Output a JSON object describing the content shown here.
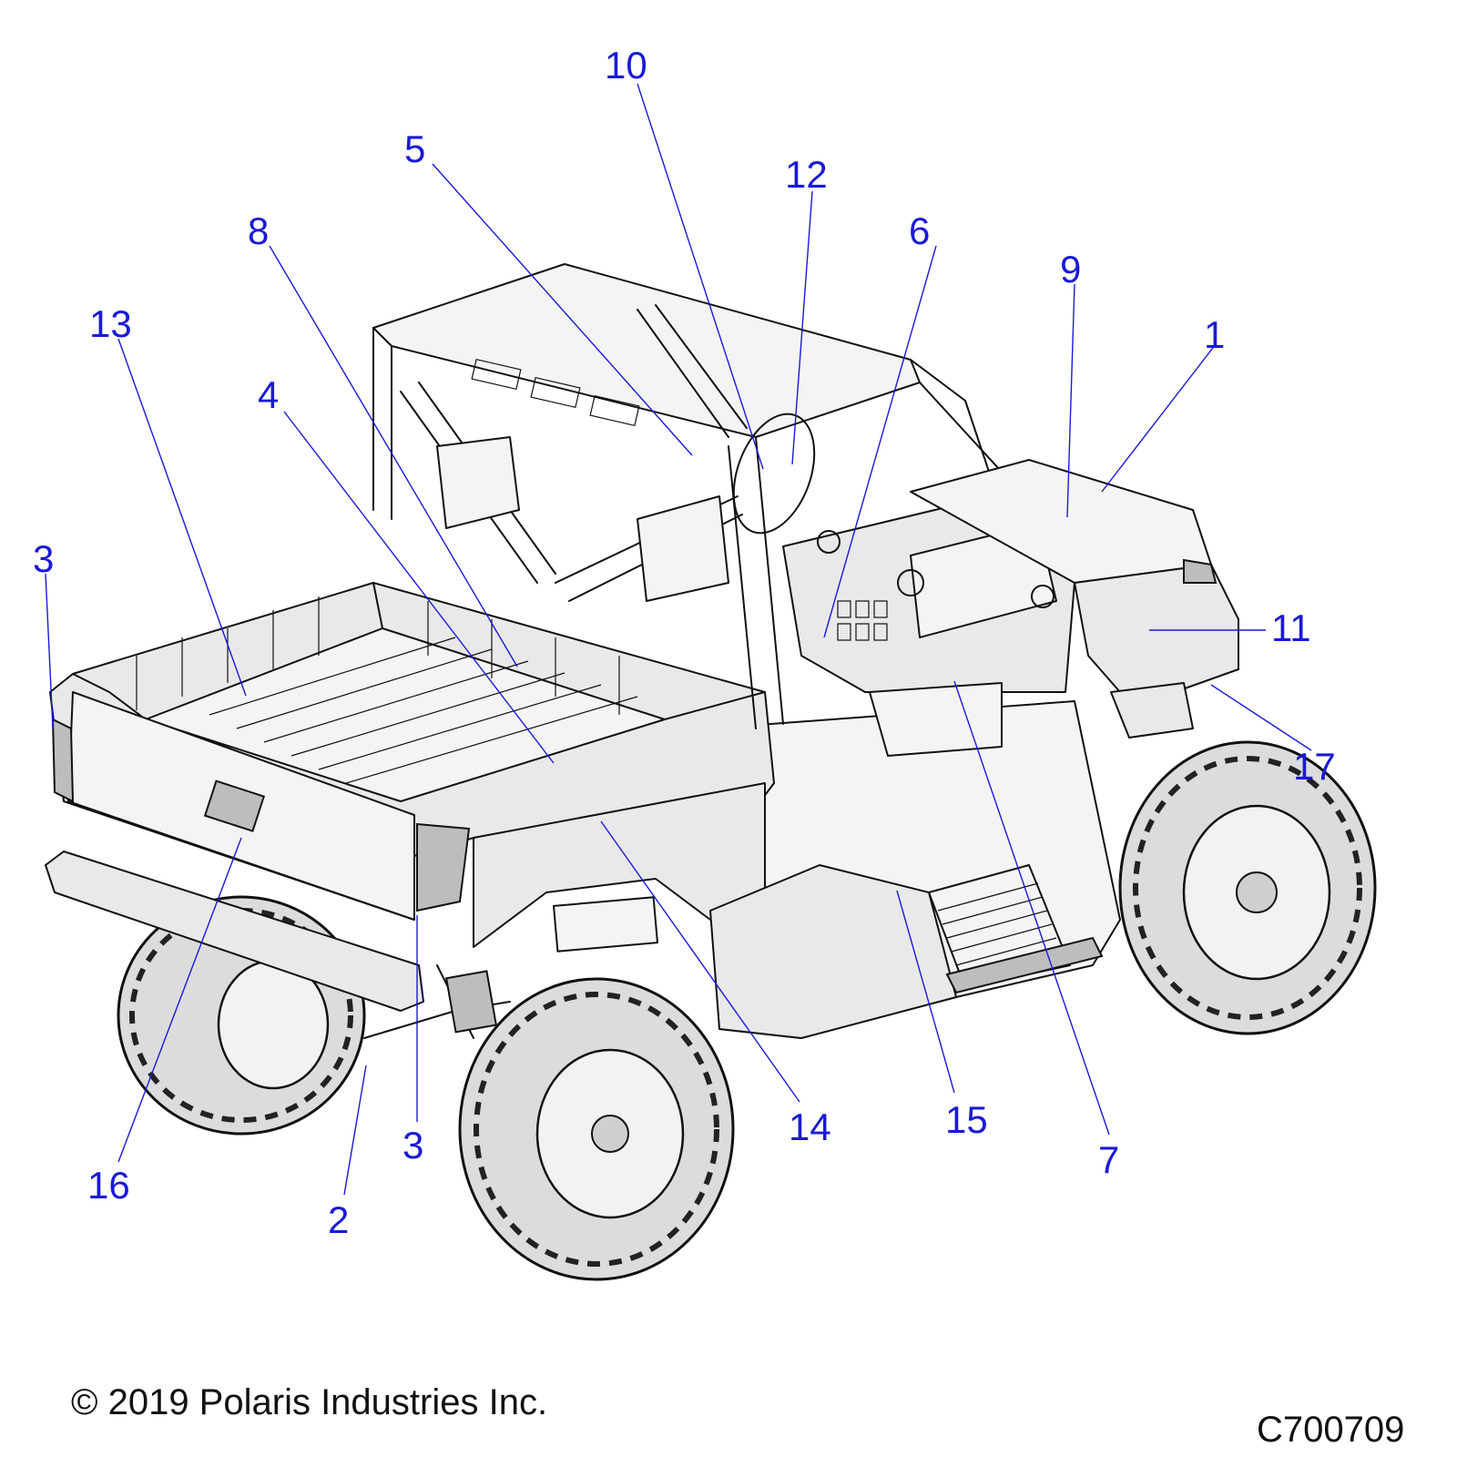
{
  "callouts": [
    {
      "id": "c1",
      "label": "1"
    },
    {
      "id": "c2",
      "label": "2"
    },
    {
      "id": "c3a",
      "label": "3"
    },
    {
      "id": "c3b",
      "label": "3"
    },
    {
      "id": "c4",
      "label": "4"
    },
    {
      "id": "c5",
      "label": "5"
    },
    {
      "id": "c6",
      "label": "6"
    },
    {
      "id": "c7",
      "label": "7"
    },
    {
      "id": "c8",
      "label": "8"
    },
    {
      "id": "c9",
      "label": "9"
    },
    {
      "id": "c10",
      "label": "10"
    },
    {
      "id": "c11",
      "label": "11"
    },
    {
      "id": "c12",
      "label": "12"
    },
    {
      "id": "c13",
      "label": "13"
    },
    {
      "id": "c14",
      "label": "14"
    },
    {
      "id": "c15",
      "label": "15"
    },
    {
      "id": "c16",
      "label": "16"
    },
    {
      "id": "c17",
      "label": "17"
    }
  ],
  "footer": {
    "copyright": "© 2019 Polaris Industries Inc.",
    "figure_id": "C700709"
  },
  "colors": {
    "callout": "#1a1ad6",
    "linework": "#111111",
    "background": "#ffffff"
  }
}
